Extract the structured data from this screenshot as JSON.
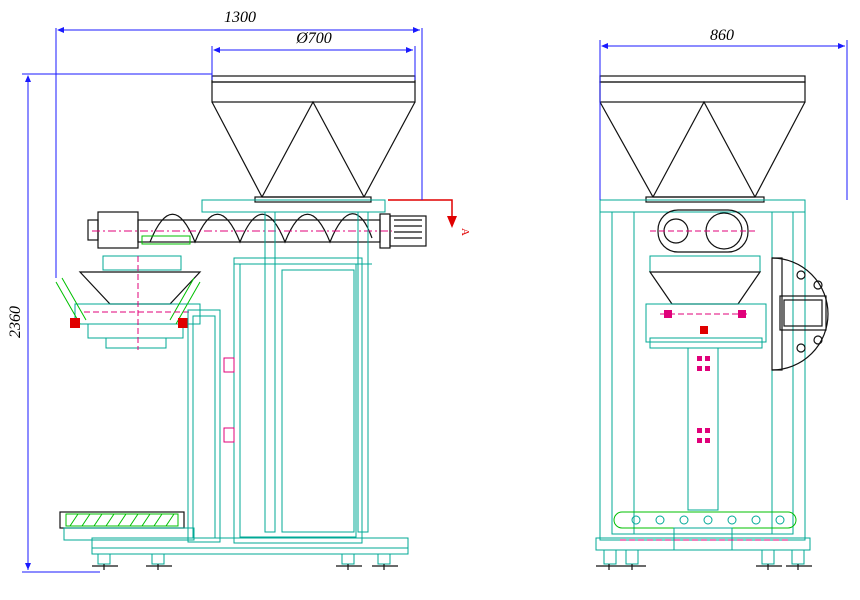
{
  "dimensions": {
    "overall_width": "1300",
    "hopper_diameter": "Ø700",
    "overall_height": "2360",
    "side_width": "860"
  },
  "view_marker": "A",
  "colors": {
    "dimension": "#1a1aff",
    "frame": "#00a896",
    "outline": "#111111",
    "accent_magenta": "#e0007a",
    "accent_red": "#e00000",
    "accent_green": "#00c000"
  }
}
